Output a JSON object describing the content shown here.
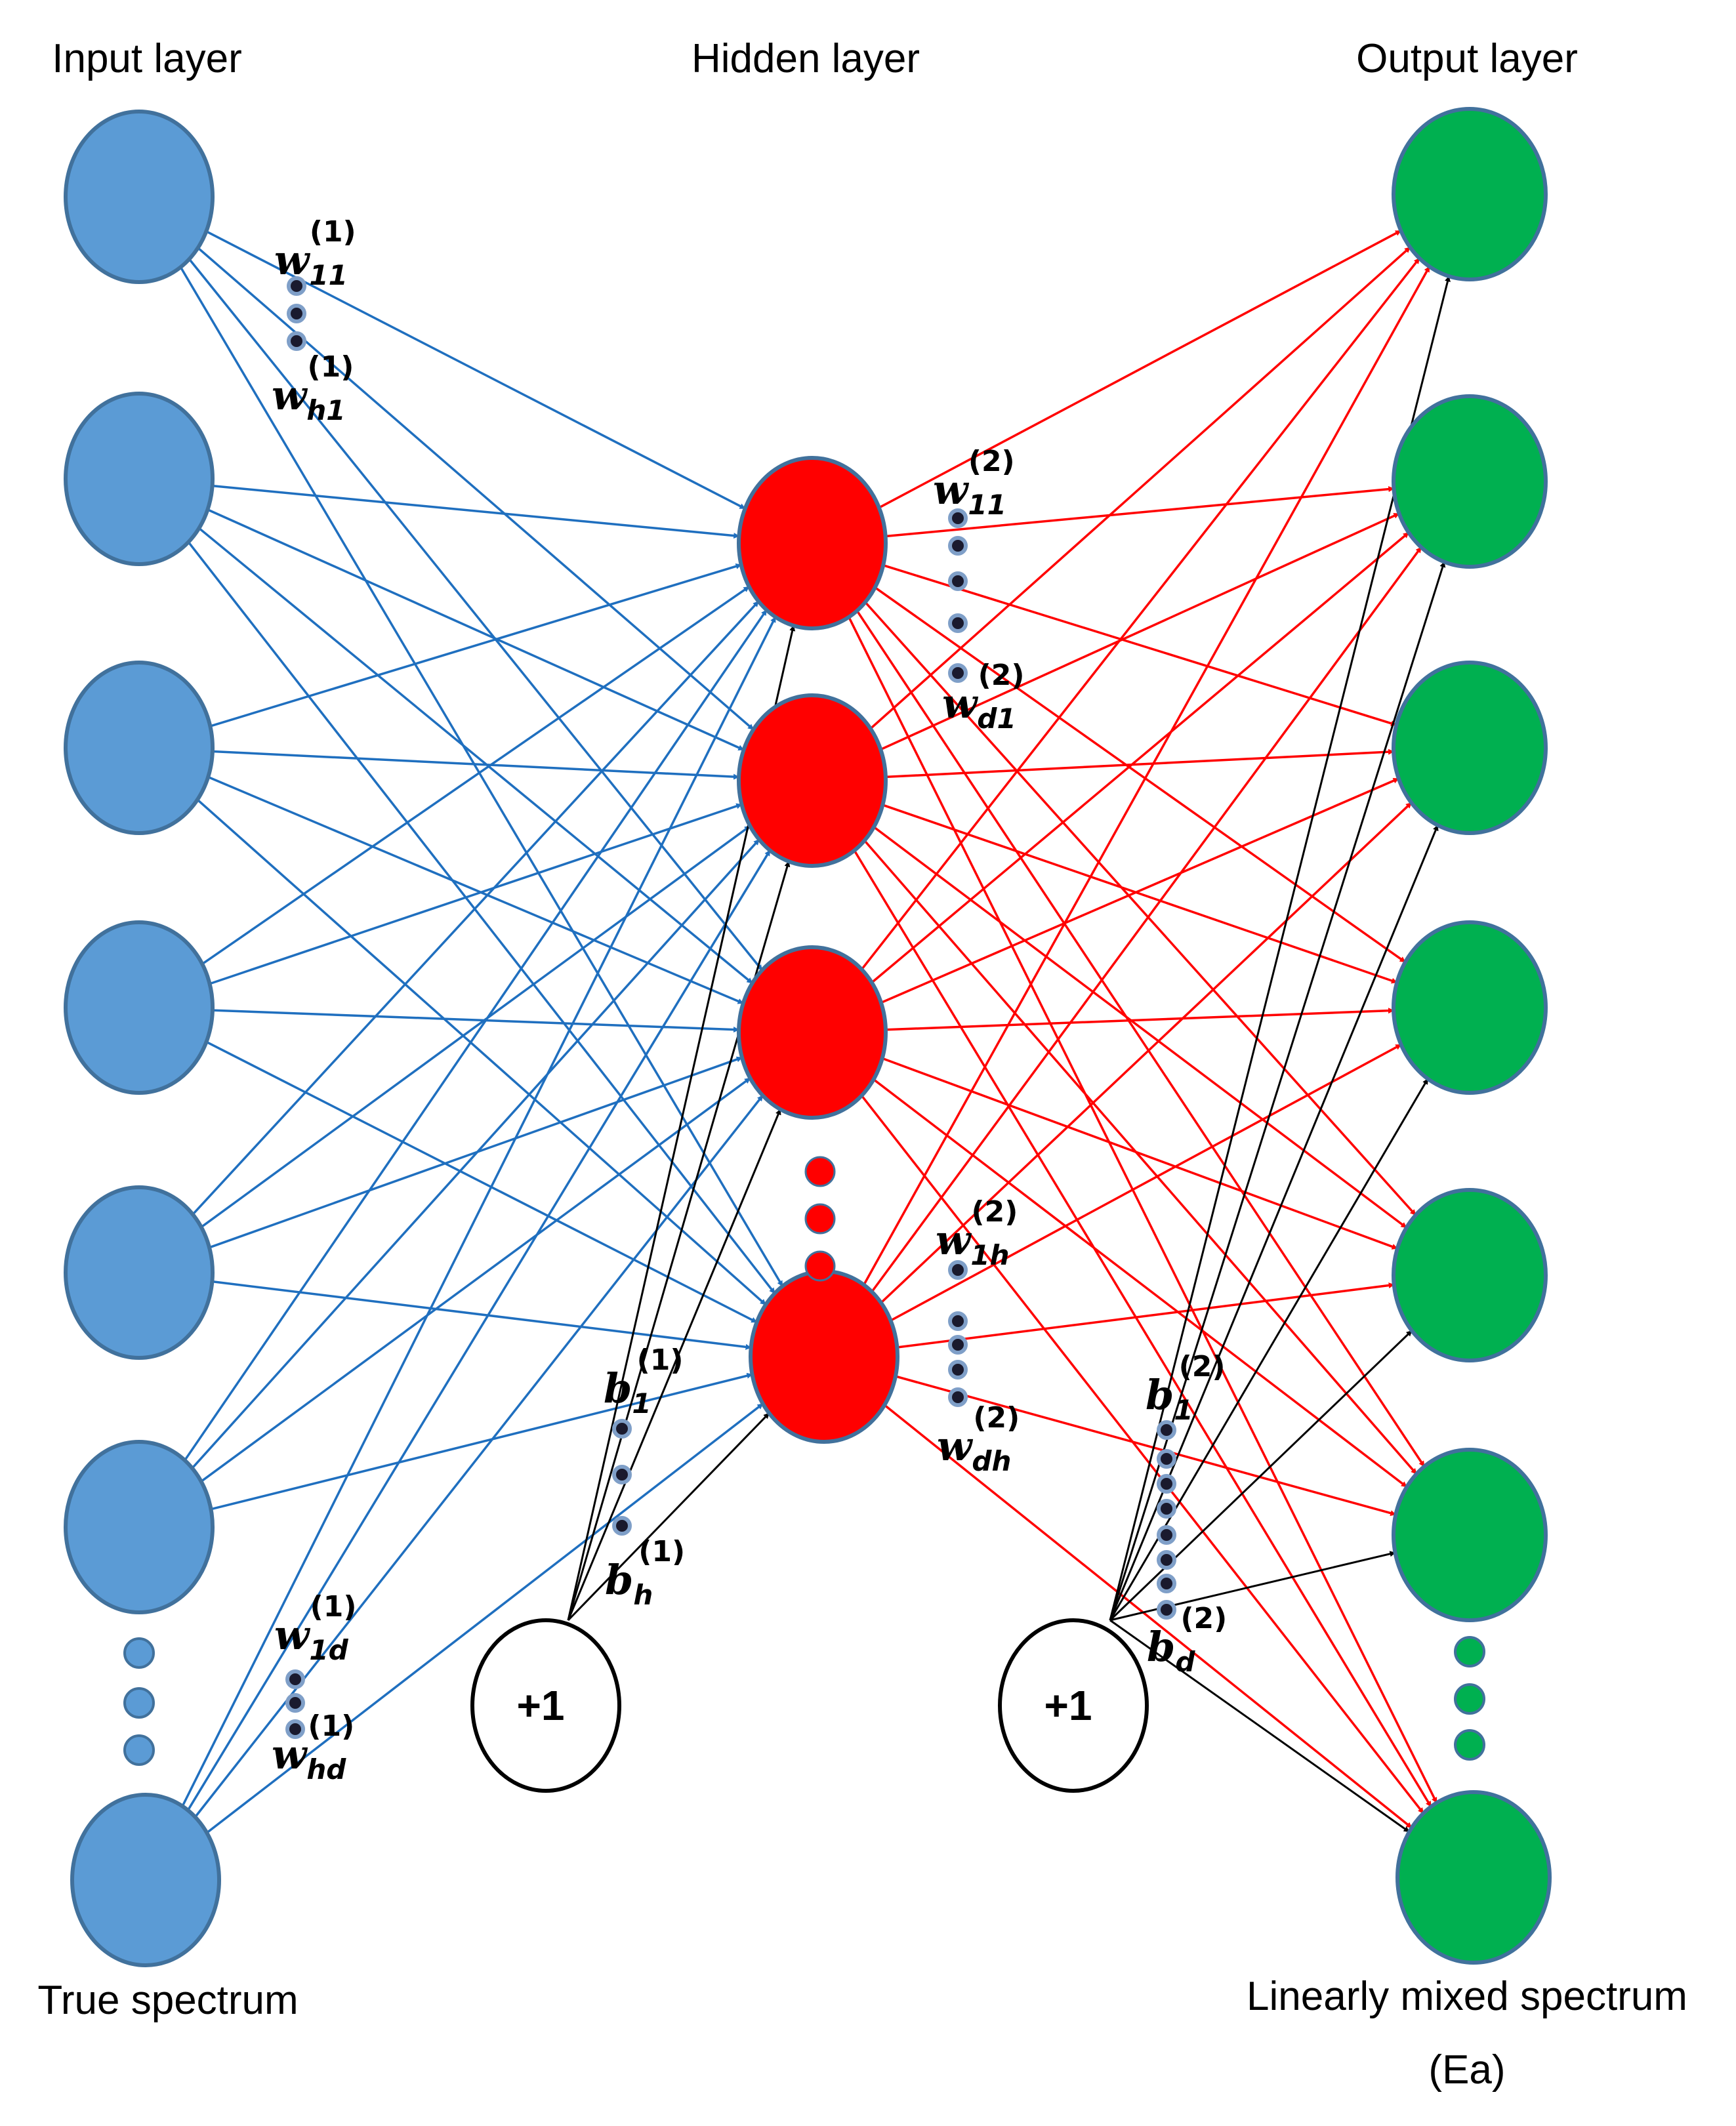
{
  "layers": {
    "input": {
      "title": "Input layer",
      "caption": "True spectrum",
      "color": "#5b9bd5",
      "stroke": "#41719c"
    },
    "hidden": {
      "title": "Hidden layer",
      "color": "#ff0000",
      "stroke": "#41719c"
    },
    "output": {
      "title": "Output layer",
      "caption_line1": "Linearly mixed spectrum",
      "caption_line2": "(Ea)",
      "color": "#00b050",
      "stroke": "#41719c"
    }
  },
  "bias_nodes": [
    {
      "label": "+1"
    },
    {
      "label": "+1"
    }
  ],
  "edge_colors": {
    "input_to_hidden": "#1f6fbf",
    "hidden_to_output": "#ff0000",
    "bias": "#000000"
  },
  "weight_labels": [
    {
      "letter": "w",
      "sub": "11",
      "sup": "(1)"
    },
    {
      "letter": "w",
      "sub": "h1",
      "sup": "(1)"
    },
    {
      "letter": "w",
      "sub": "1d",
      "sup": "(1)"
    },
    {
      "letter": "w",
      "sub": "hd",
      "sup": "(1)"
    },
    {
      "letter": "w",
      "sub": "11",
      "sup": "(2)"
    },
    {
      "letter": "w",
      "sub": "d1",
      "sup": "(2)"
    },
    {
      "letter": "w",
      "sub": "1h",
      "sup": "(2)"
    },
    {
      "letter": "w",
      "sub": "dh",
      "sup": "(2)"
    },
    {
      "letter": "b",
      "sub": "1",
      "sup": "(1)"
    },
    {
      "letter": "b",
      "sub": "h",
      "sup": "(1)"
    },
    {
      "letter": "b",
      "sub": "1",
      "sup": "(2)"
    },
    {
      "letter": "b",
      "sub": "d",
      "sup": "(2)"
    }
  ]
}
